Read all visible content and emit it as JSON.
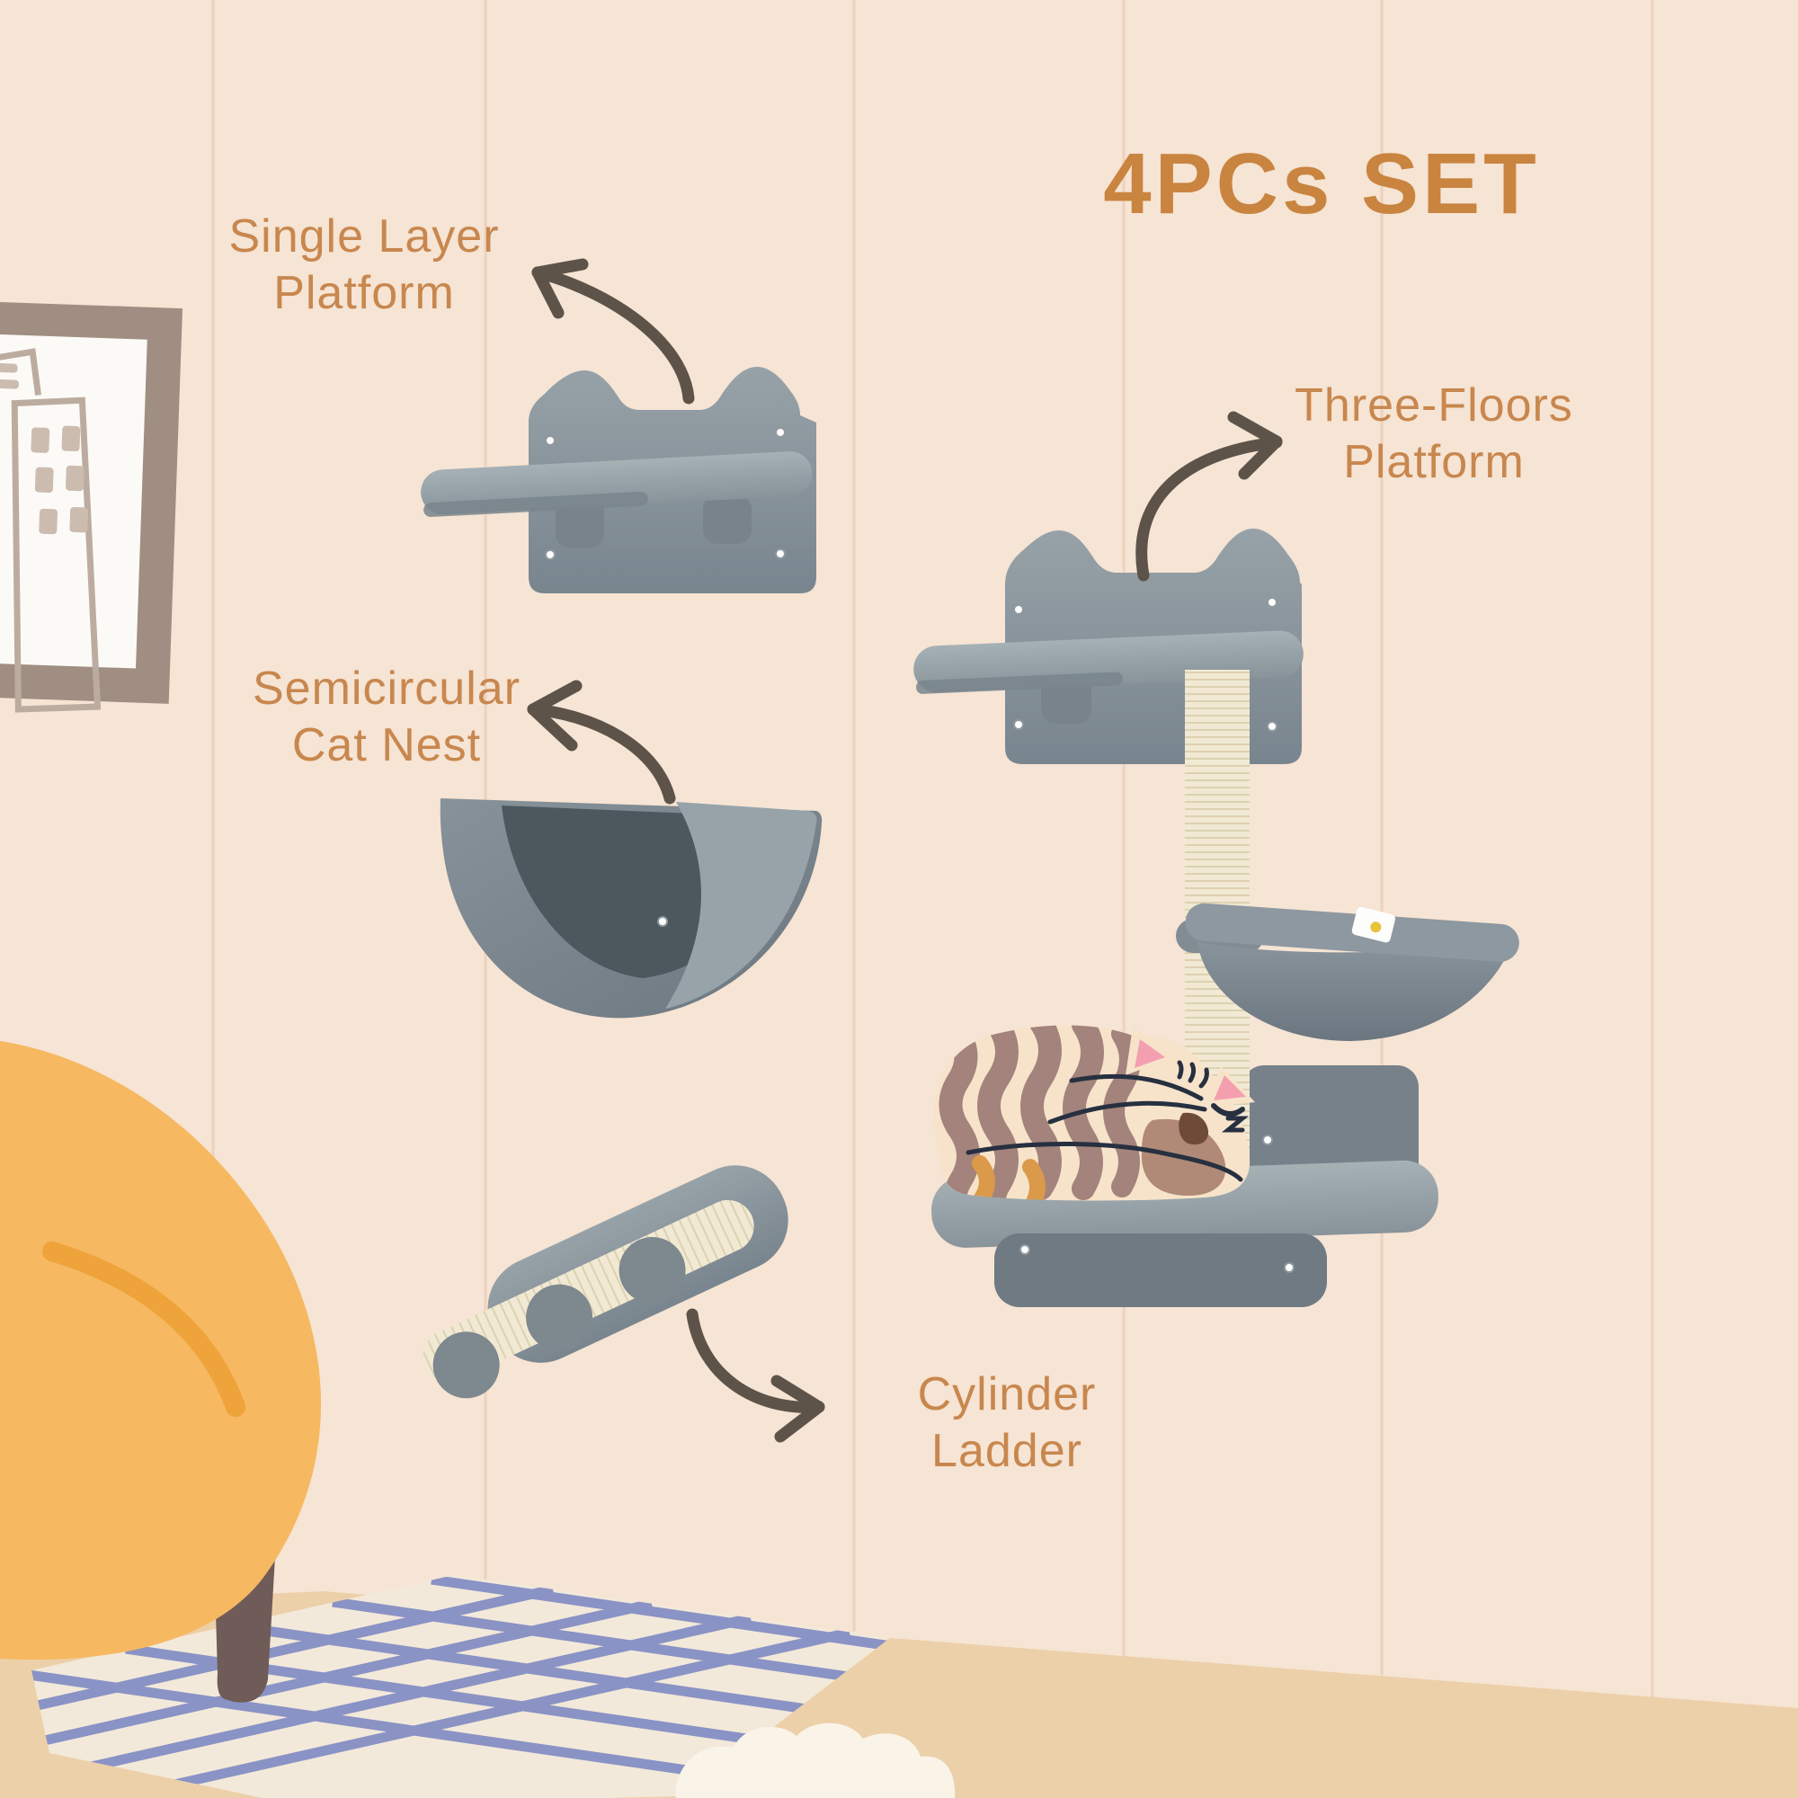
{
  "title": "4PCs SET",
  "callouts": {
    "single_layer": "Single Layer\nPlatform",
    "three_floors": "Three-Floors\nPlatform",
    "semicircular": "Semicircular\nCat Nest",
    "cylinder": "Cylinder\nLadder"
  },
  "colors": {
    "title_text": "#c98440",
    "callout_text": "#c8874e",
    "arrow": "#5d5349",
    "wall": "#f6e4d4",
    "wall_panel_line": "#ecceb8",
    "floor": "#ecd0a9",
    "mat": "#f3e9da",
    "mat_grid": "#7f8ac2",
    "plush_gray": "#8a959c",
    "plush_gray_dark": "#6c777f",
    "sisal": "#f1e9d3",
    "armchair": "#f6b860",
    "armchair_accent": "#eea33b",
    "cat_body": "#f7e3ca",
    "cat_stripe": "#a3837b",
    "cat_stripe_accent": "#da9a49",
    "cat_ear_pink": "#f49fb0"
  }
}
